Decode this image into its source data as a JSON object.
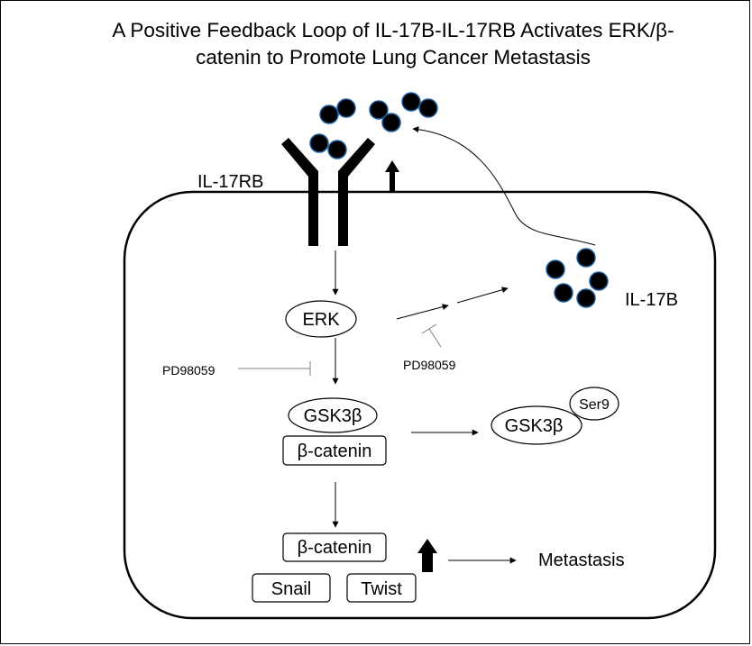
{
  "title_line1": "A Positive Feedback Loop of IL-17B-IL-17RB Activates ERK/β-",
  "title_line2": "catenin to Promote Lung Cancer Metastasis",
  "receptor_label": "IL-17RB",
  "ligand_label": "IL-17B",
  "erk_label": "ERK",
  "inhibitor_left": "PD98059",
  "inhibitor_right": "PD98059",
  "gsk3b_label": "GSK3β",
  "bcatenin_label": "β-catenin",
  "gsk3b_phospho_label": "GSK3β",
  "ser9_label": "Ser9",
  "nuclear_bcatenin_label": "β-catenin",
  "snail_label": "Snail",
  "twist_label": "Twist",
  "outcome_label": "Metastasis",
  "colors": {
    "ligand_fill": "#000000",
    "ligand_outline": "#1f5f9e",
    "line": "#000000",
    "inhibitor_line": "#7f7f7f"
  }
}
